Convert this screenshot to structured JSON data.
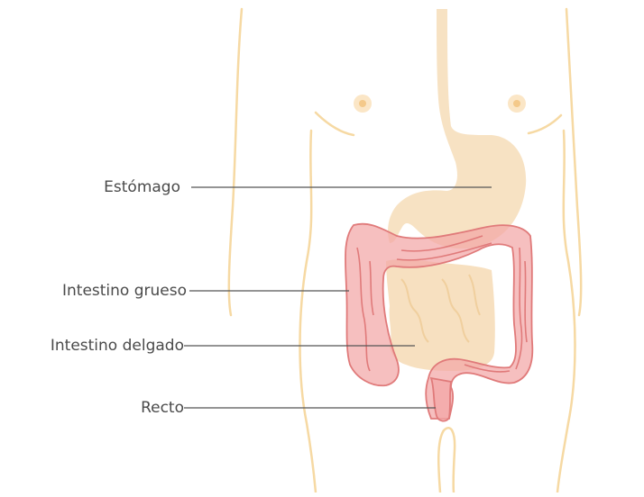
{
  "labels": {
    "stomach": "Estómago",
    "large_intestine": "Intestino grueso",
    "small_intestine": "Intestino delgado",
    "rectum": "Recto"
  },
  "colors": {
    "body_outline": "#f6d9a3",
    "organ_fill": "#f7e0c0",
    "colon_fill": "#f3a6a6",
    "colon_stroke": "#e07a7a",
    "leader_line": "#555555",
    "text": "#4a4a4a"
  }
}
